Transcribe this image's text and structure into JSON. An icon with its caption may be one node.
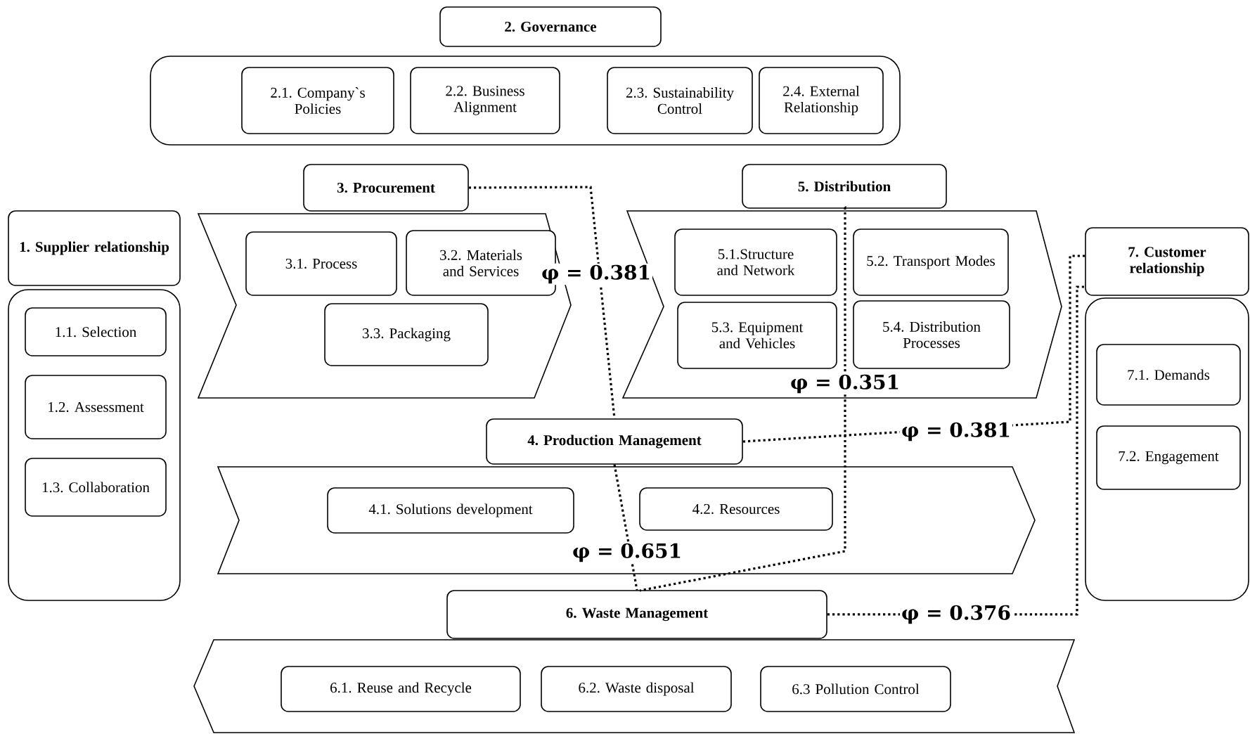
{
  "diagram": {
    "nodes": [
      {
        "text": [
          "2. Governance"
        ]
      },
      {
        "text": [],
        "shape": "box"
      },
      {
        "text": [
          "2.1. Company`s Policies"
        ],
        "in": 1
      },
      {
        "text": [
          "2.2. Business Alignment"
        ],
        "in": 1
      },
      {
        "text": [
          "2.3. Sustainability Control"
        ],
        "in": 1
      },
      {
        "text": [
          "2.4. External Relationship"
        ],
        "in": 1
      },
      {
        "text": [
          "1. Supplier relationship"
        ]
      },
      {
        "text": [],
        "shape": "box"
      },
      {
        "text": [
          "1.1. Selection"
        ],
        "in": 7
      },
      {
        "text": [
          "1.2. Assessment"
        ],
        "in": 7
      },
      {
        "text": [
          "1.3. Collaboration"
        ],
        "in": 7
      },
      {
        "text": [
          "3. Procurement"
        ]
      },
      {
        "text": [],
        "shape": "chevron"
      },
      {
        "text": [
          "3.1. Process"
        ],
        "in": 12
      },
      {
        "text": [
          "3.2. Materials and Services"
        ],
        "in": 12
      },
      {
        "text": [
          "3.3. Packaging"
        ],
        "in": 12
      },
      {
        "text": [
          "5. Distribution"
        ]
      },
      {
        "text": [],
        "shape": "chevron"
      },
      {
        "text": [
          "5.1.Structure and Network"
        ],
        "in": 17
      },
      {
        "text": [
          "5.2. Transport Modes"
        ],
        "in": 17
      },
      {
        "text": [
          "5.3. Equipment and Vehicles"
        ],
        "in": 17
      },
      {
        "text": [
          "5.4. Distribution Processes"
        ],
        "in": 17
      },
      {
        "text": [
          "7. Customer relationship"
        ]
      },
      {
        "text": [],
        "shape": "box"
      },
      {
        "text": [
          "7.1. Demands"
        ],
        "in": 23
      },
      {
        "text": [
          "7.2. Engagement"
        ],
        "in": 23
      },
      {
        "text": [
          "4. Production Management"
        ]
      },
      {
        "text": [],
        "shape": "chevron"
      },
      {
        "text": [
          "4.1. Solutions development"
        ],
        "in": 27
      },
      {
        "text": [
          "4.2. Resources"
        ],
        "in": 27
      },
      {
        "text": [
          "6. Waste Management"
        ]
      },
      {
        "text": [],
        "shape": "chevron"
      },
      {
        "text": [
          "6.1. Reuse and Recycle"
        ],
        "in": 31
      },
      {
        "text": [
          "6.2. Waste disposal"
        ],
        "in": 31
      },
      {
        "text": [
          "6.3 Pollution Control"
        ],
        "in": 31
      }
    ],
    "edges": [
      {
        "from": 11,
        "to": 26,
        "arrow": "none",
        "label": "φ = 0.381"
      },
      {
        "from": 26,
        "to": 30,
        "arrow": "none",
        "label": "φ = 0.651"
      },
      {
        "from": 16,
        "to": 30,
        "arrow": "none",
        "label": "φ = 0.351"
      },
      {
        "from": 26,
        "to": 22,
        "arrow": "none",
        "label": "φ = 0.381"
      },
      {
        "from": 30,
        "to": 22,
        "arrow": "none",
        "label": "φ = 0.376"
      }
    ]
  }
}
